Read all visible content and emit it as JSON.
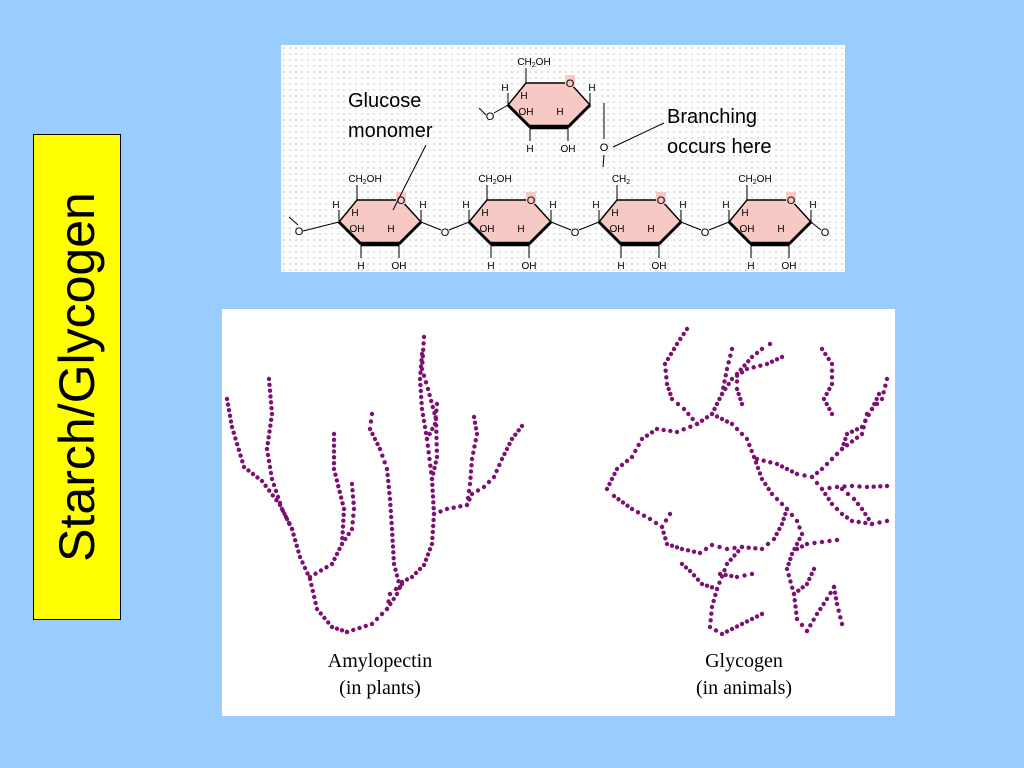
{
  "slide": {
    "title": "Starch/Glycogen"
  },
  "structure": {
    "label_monomer": [
      "Glucose",
      "monomer"
    ],
    "label_branch": [
      "Branching",
      "occurs here"
    ],
    "atom_h": "H",
    "atom_oh": "OH",
    "atom_o": "O",
    "ch2oh_prefix": "CH",
    "ch2oh_sub": "2",
    "ch2oh_suffix": "OH",
    "ch2_prefix": "CH",
    "ch2_sub": "2"
  },
  "polymers": {
    "amylopectin": [
      "Amylopectin",
      "(in plants)"
    ],
    "glycogen": [
      "Glycogen",
      "(in animals)"
    ]
  },
  "colors": {
    "background": "#99ccff",
    "title_box": "#ffff00",
    "ring_fill": "#f6c9c4",
    "chain_dots": "#7b1170"
  }
}
